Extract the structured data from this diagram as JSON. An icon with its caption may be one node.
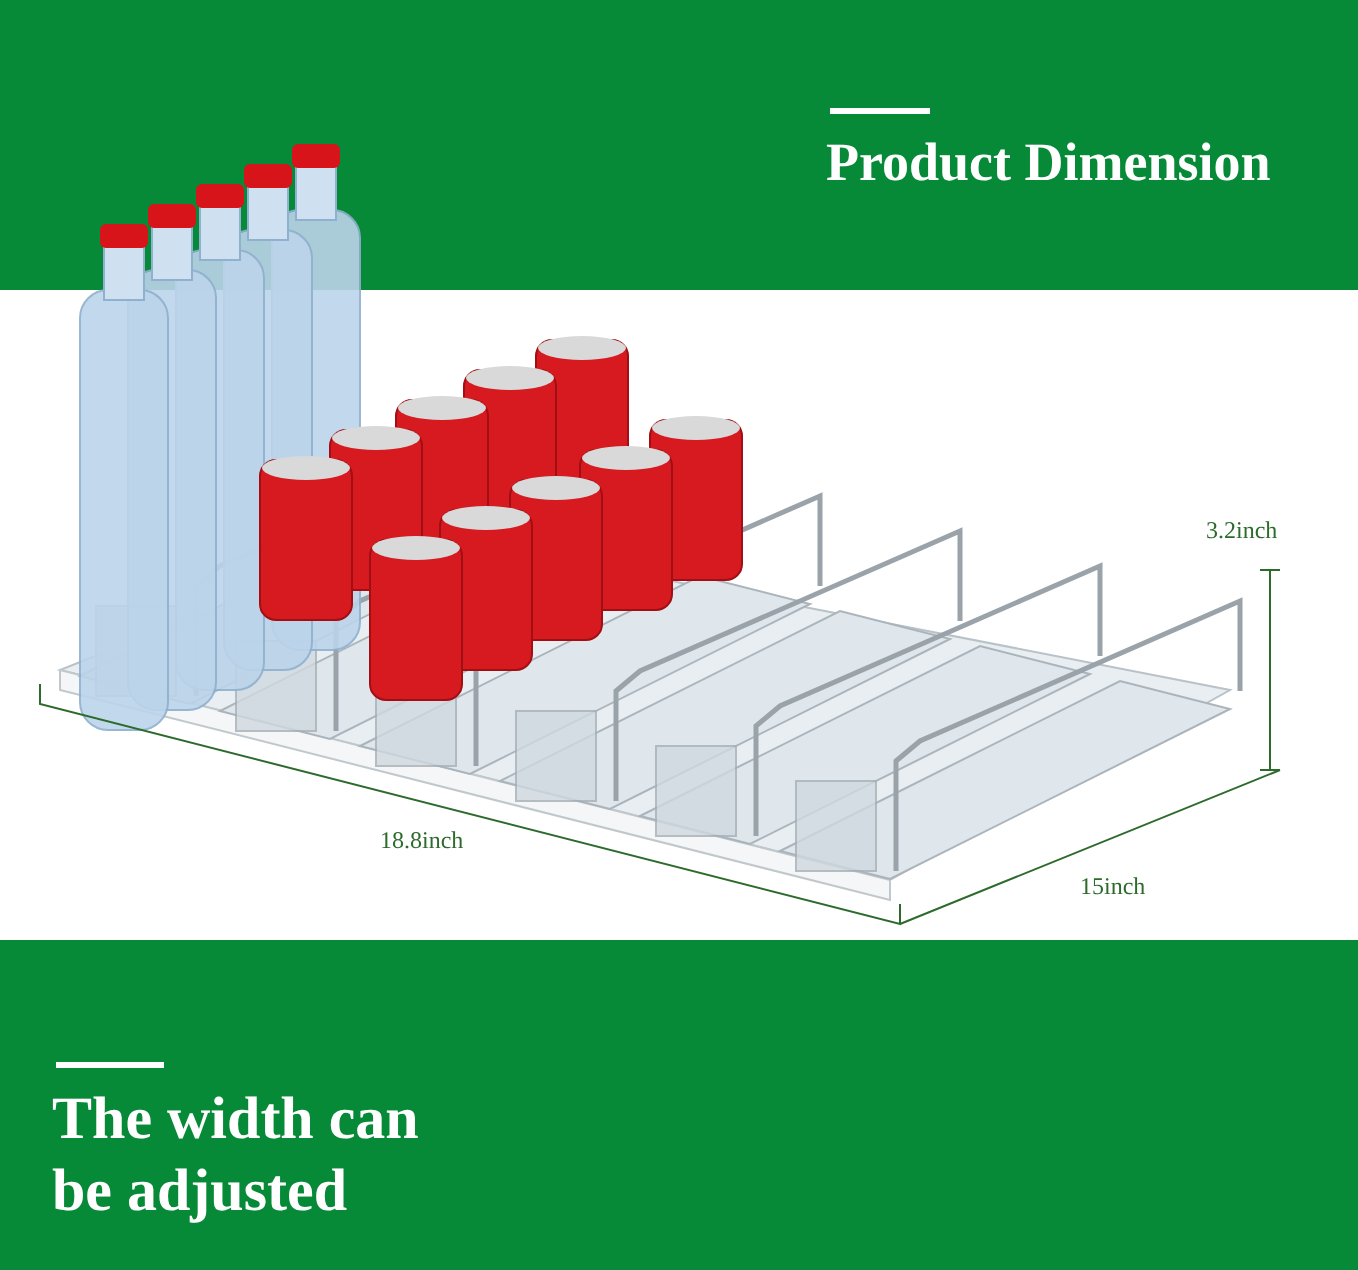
{
  "diagram": {
    "title": "Product Dimension",
    "caption": "The width can be adjusted",
    "labels": [
      "3.2inch",
      "18.8inch",
      "15inch"
    ]
  }
}
